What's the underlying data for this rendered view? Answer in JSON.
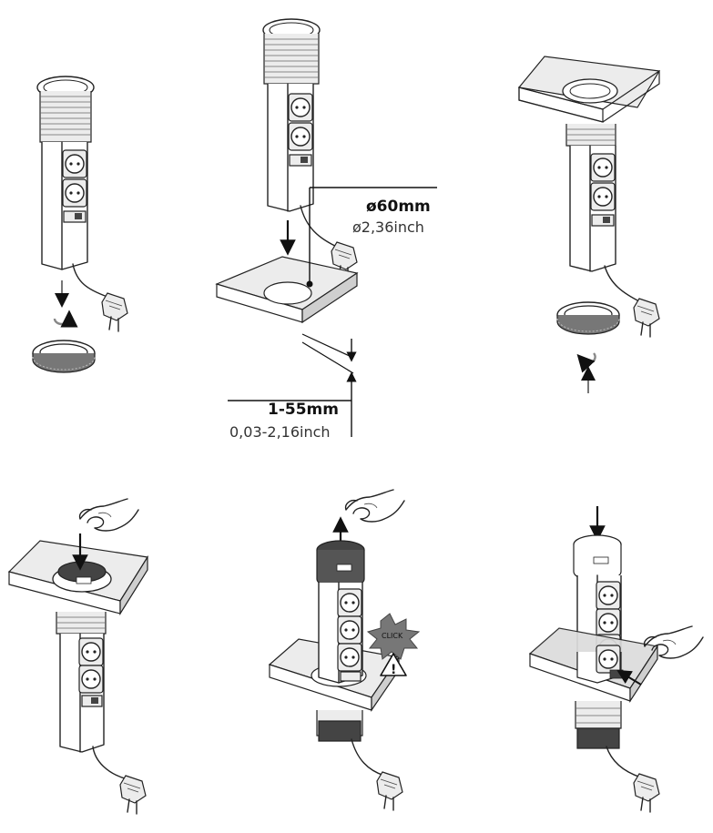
{
  "dimensions": {
    "diameter_mm": "ø60mm",
    "diameter_inch": "ø2,36inch",
    "thickness_mm": "1-55mm",
    "thickness_inch": "0,03-2,16inch"
  },
  "badges": {
    "click": "CLICK",
    "warning": "!"
  },
  "icons": [
    "socket-tower-icon",
    "threaded-ring-icon",
    "countertop-plate-icon",
    "plug-icon",
    "hand-icon",
    "arrow-down-icon",
    "arrow-up-icon",
    "rotate-arrow-icon",
    "warning-triangle-icon",
    "click-starburst-icon"
  ]
}
